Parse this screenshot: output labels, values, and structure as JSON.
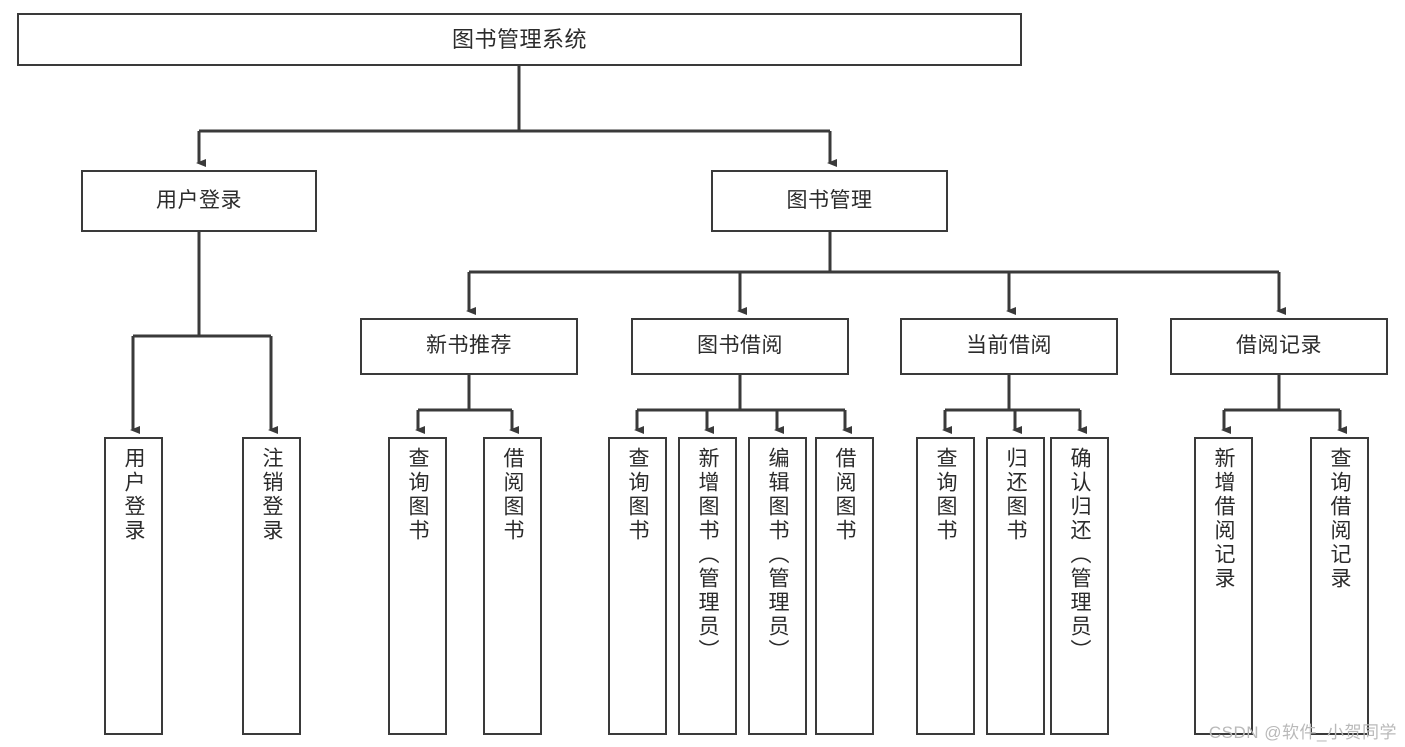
{
  "diagram": {
    "type": "tree",
    "title": "图书管理系统",
    "stroke_color": "#3a3a3a",
    "text_color": "#2b2b2b",
    "box_fill": "#ffffff",
    "background": "#ffffff",
    "root": {
      "label": "图书管理系统"
    },
    "level2": [
      {
        "label": "用户登录"
      },
      {
        "label": "图书管理"
      }
    ],
    "level3": [
      {
        "label": "新书推荐"
      },
      {
        "label": "图书借阅"
      },
      {
        "label": "当前借阅"
      },
      {
        "label": "借阅记录"
      }
    ],
    "leaves": {
      "user_login": [
        {
          "label": "用户登录"
        },
        {
          "label": "注销登录"
        }
      ],
      "new_book": [
        {
          "label": "查询图书"
        },
        {
          "label": "借阅图书"
        }
      ],
      "book_borrow": [
        {
          "label": "查询图书"
        },
        {
          "label": "新增图书（管理员）"
        },
        {
          "label": "编辑图书（管理员）"
        },
        {
          "label": "借阅图书"
        }
      ],
      "current_borrow": [
        {
          "label": "查询图书"
        },
        {
          "label": "归还图书"
        },
        {
          "label": "确认归还（管理员）"
        }
      ],
      "borrow_record": [
        {
          "label": "新增借阅记录"
        },
        {
          "label": "查询借阅记录"
        }
      ]
    }
  },
  "watermark": {
    "text": "CSDN @软件_小贺同学"
  }
}
